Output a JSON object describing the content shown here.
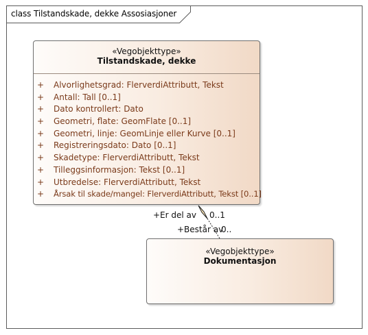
{
  "frame": {
    "title": "class Tilstandskade, dekke Assosiasjoner"
  },
  "classes": {
    "main": {
      "stereotype": "«Vegobjekttype»",
      "name": "Tilstandskade, dekke",
      "attributes": [
        {
          "visibility": "+",
          "text": "Alvorlighetsgrad: FlerverdiAttributt, Tekst"
        },
        {
          "visibility": "+",
          "text": "Antall: Tall [0..1]"
        },
        {
          "visibility": "+",
          "text": "Dato kontrollert: Dato"
        },
        {
          "visibility": "+",
          "text": "Geometri, flate: GeomFlate [0..1]"
        },
        {
          "visibility": "+",
          "text": "Geometri, linje: GeomLinje eller Kurve [0..1]"
        },
        {
          "visibility": "+",
          "text": "Registreringsdato: Dato [0..1]"
        },
        {
          "visibility": "+",
          "text": "Skadetype: FlerverdiAttributt, Tekst"
        },
        {
          "visibility": "+",
          "text": "Tilleggsinformasjon: Tekst [0..1]"
        },
        {
          "visibility": "+",
          "text": "Utbredelse: FlerverdiAttributt, Tekst"
        },
        {
          "visibility": "+",
          "text": "Årsak til skade/mangel: FlerverdiAttributt, Tekst [0..1]"
        }
      ]
    },
    "doc": {
      "stereotype": "«Vegobjekttype»",
      "name": "Dokumentasjon"
    }
  },
  "association": {
    "source_role": "+Er del av",
    "source_multiplicity": "0..1",
    "target_role": "+Består av",
    "target_multiplicity": "0..",
    "aggregation": "shared"
  },
  "colors": {
    "class_fill_light": "#fefcfa",
    "class_fill_dark": "#f1d9c6",
    "attribute_text": "#7a3a1a",
    "aggregation_diamond": "#fbe6b8"
  }
}
